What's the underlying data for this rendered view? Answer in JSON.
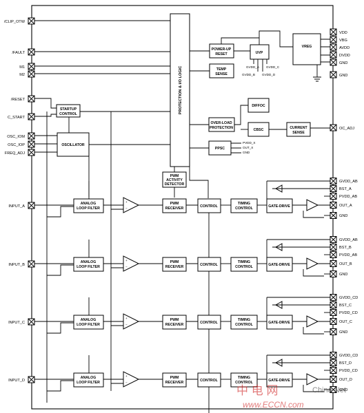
{
  "left_pins": {
    "clip_otw": "/CLIP_OTW",
    "fault": "/FAULT",
    "m1": "M1",
    "m2": "M2",
    "reset": "/RESET",
    "c_start": "C_START",
    "osc_iom": "OSC_IOM",
    "osc_iop": "OSC_IOP",
    "freq_adj": "FREQ_ADJ",
    "input_a": "INPUT_A",
    "input_b": "INPUT_B",
    "input_c": "INPUT_C",
    "input_d": "INPUT_D"
  },
  "right_pins": {
    "vdd": "VDD",
    "vbg": "VBG",
    "avdd": "AVDD",
    "dvdd": "DVDD",
    "gnd": "GND",
    "oc_adj": "OC_ADJ"
  },
  "channels": [
    {
      "gvdd": "GVDD_AB",
      "bst": "BST_A",
      "pvdd": "PVDD_AB",
      "out": "OUT_A",
      "gnd": "GND"
    },
    {
      "gvdd": "GVDD_AB",
      "bst": "BST_B",
      "pvdd": "PVDD_AB",
      "out": "OUT_B",
      "gnd": "GND"
    },
    {
      "gvdd": "GVDD_CD",
      "bst": "BST_C",
      "pvdd": "PVDD_CD",
      "out": "OUT_C",
      "gnd": "GND"
    },
    {
      "gvdd": "GVDD_CD",
      "bst": "BST_D",
      "pvdd": "PVDD_CD",
      "out": "OUT_D",
      "gnd": "GND"
    }
  ],
  "blocks": {
    "protection_logic": "PROTECTION & I/O LOGIC",
    "powerup_1": "POWER-UP",
    "powerup_2": "RESET",
    "temp_1": "TEMP",
    "temp_2": "SENSE",
    "uvp": "UVP",
    "vreg": "VREG",
    "startup_1": "STARTUP",
    "startup_2": "CONTROL",
    "oscillator": "OSCILLATOR",
    "diffoc": "DIFFOC",
    "overload_1": "OVER-LOAD",
    "overload_2": "PROTECTION",
    "cbsc": "CBSC",
    "current_1": "CURRENT",
    "current_2": "SENSE",
    "ppsc": "PPSC",
    "pwm_activity_1": "PWM",
    "pwm_activity_2": "ACTIVITY",
    "pwm_activity_3": "DETECTOR",
    "loop_filter_1": "ANALOG",
    "loop_filter_2": "LOOP FILTER",
    "pwm_receiver_1": "PWM",
    "pwm_receiver_2": "RECEIVER",
    "control": "CONTROL",
    "timing_1": "TIMING",
    "timing_2": "CONTROL",
    "gate_drive": "GATE-DRIVE"
  },
  "uvp_signals": {
    "gvdd_a": "GVDD_A",
    "gvdd_b": "GVDD_B",
    "gvdd_c": "GVDD_C",
    "gvdd_d": "GVDD_D"
  },
  "ppsc_signals": {
    "pvdd_x": "PVDD_X",
    "out_x": "OUT_X",
    "gnd": "GND"
  },
  "watermark": {
    "chinese": "中 电 网",
    "english": "www.ECCN.com",
    "brand": "China  Net"
  }
}
